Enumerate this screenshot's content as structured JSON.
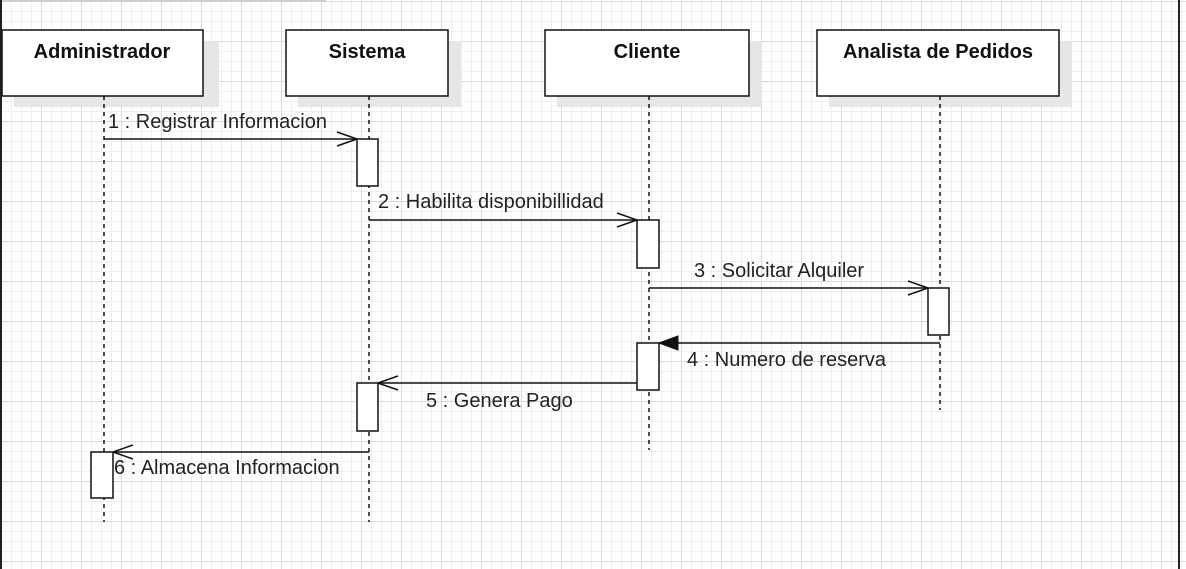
{
  "diagram": {
    "participants": [
      {
        "id": "administrador",
        "name": "Administrador"
      },
      {
        "id": "sistema",
        "name": "Sistema"
      },
      {
        "id": "cliente",
        "name": "Cliente"
      },
      {
        "id": "analista",
        "name": "Analista de Pedidos"
      }
    ],
    "messages": [
      {
        "id": "m1",
        "label": "1 : Registrar Informacion",
        "from": "administrador",
        "to": "sistema",
        "kind": "open"
      },
      {
        "id": "m2",
        "label": "2 : Habilita disponibillidad",
        "from": "sistema",
        "to": "cliente",
        "kind": "open"
      },
      {
        "id": "m3",
        "label": "3 : Solicitar Alquiler",
        "from": "cliente",
        "to": "analista",
        "kind": "open"
      },
      {
        "id": "m4",
        "label": "4 : Numero de reserva",
        "from": "analista",
        "to": "cliente",
        "kind": "filled"
      },
      {
        "id": "m5",
        "label": "5 : Genera Pago",
        "from": "cliente",
        "to": "sistema",
        "kind": "open"
      },
      {
        "id": "m6",
        "label": "6 : Almacena Informacion",
        "from": "sistema",
        "to": "administrador",
        "kind": "open"
      }
    ],
    "colors": {
      "line": "#111111",
      "shadow": "#e6e6e6",
      "box_fill": "#ffffff"
    }
  }
}
